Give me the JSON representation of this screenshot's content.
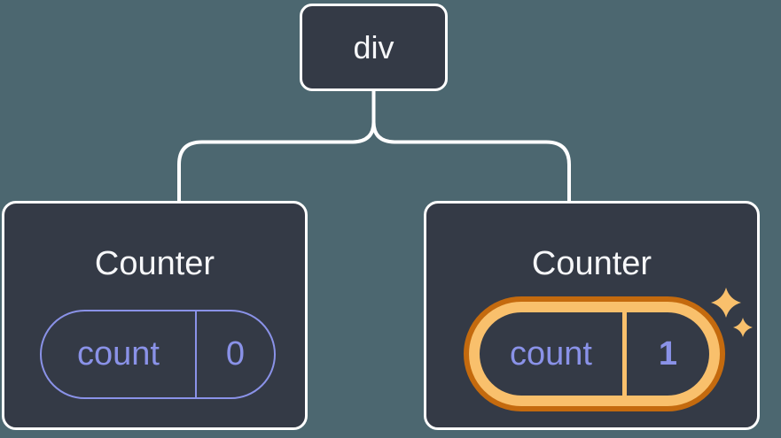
{
  "colors": {
    "background": "#4c6770",
    "card": "#343a46",
    "line": "#ffffff",
    "accent_purple": "#8a92e8",
    "accent_amber": "#f9c06c",
    "accent_amber_dark": "#c46a0e",
    "title_text": "#f6f7f9"
  },
  "icons": {
    "sparkles": "four-point-star sparkles (highlight marker), amber"
  },
  "tree": {
    "root": {
      "label": "div"
    },
    "children": [
      {
        "title": "Counter",
        "state_key": "count",
        "state_value": "0",
        "highlighted": false
      },
      {
        "title": "Counter",
        "state_key": "count",
        "state_value": "1",
        "highlighted": true
      }
    ]
  }
}
